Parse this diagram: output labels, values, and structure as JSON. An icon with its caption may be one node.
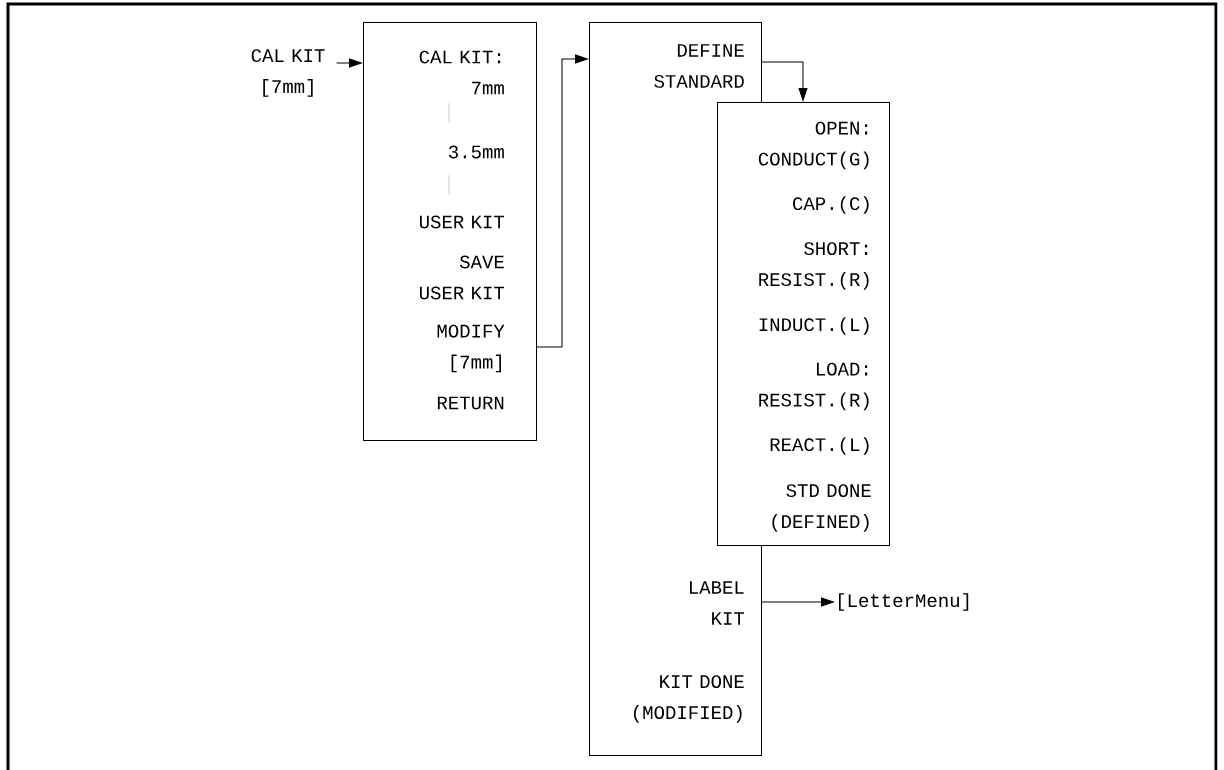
{
  "diagram": {
    "nodes": [
      {
        "text": [
          "CAL KIT [7mm]"
        ]
      },
      {
        "text": [
          "CAL KIT: 7mm",
          "3.5mm",
          "USER KIT",
          "SAVE USER KIT",
          "MODIFY [7mm]",
          "RETURN"
        ]
      },
      {
        "text": [
          "DEFINE STANDARD",
          "LABEL KIT",
          "KIT DONE (MODIFIED)"
        ]
      },
      {
        "text": [
          "OPEN: CONDUCT(G)",
          "CAP.(C)",
          "SHORT: RESIST.(R)",
          "INDUCT.(L)",
          "LOAD: RESIST.(R)",
          "REACT.(L)",
          "STD DONE (DEFINED)"
        ]
      },
      {
        "text": [
          "[LetterMenu]"
        ]
      }
    ],
    "edges": [
      {
        "from": 0,
        "to": 1,
        "arrow": "to"
      },
      {
        "from": 1,
        "to": 2,
        "arrow": "to"
      },
      {
        "from": 2,
        "to": 3,
        "arrow": "to"
      },
      {
        "from": 2,
        "to": 4,
        "arrow": "to"
      }
    ]
  }
}
